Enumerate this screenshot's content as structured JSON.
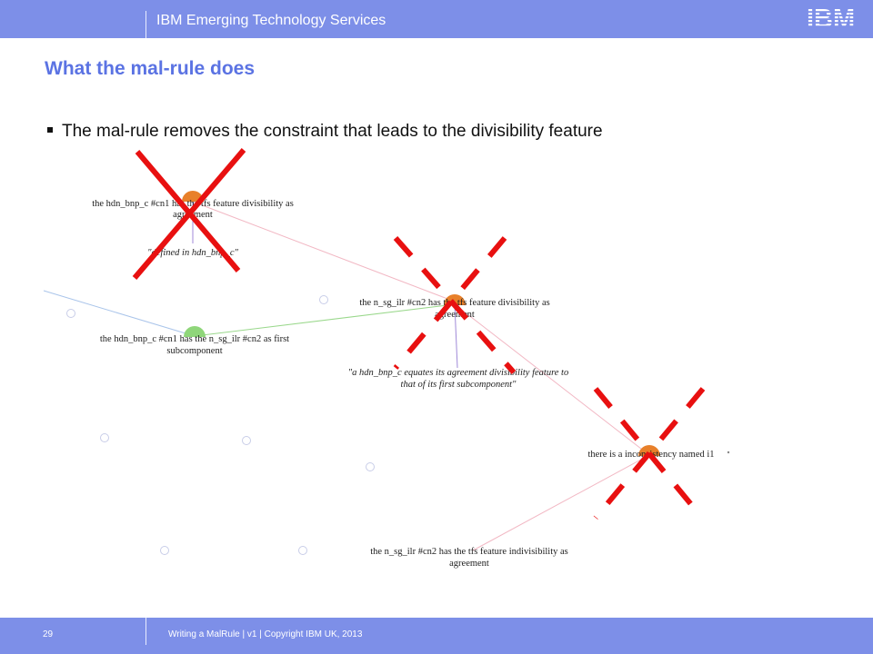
{
  "header": {
    "org": "IBM Emerging Technology Services",
    "logo": "IBM"
  },
  "slide": {
    "title": "What the mal-rule does",
    "bullet": "The mal-rule removes the constraint that leads to the divisibility feature"
  },
  "diagram": {
    "nodes": {
      "cn1_agreement": [
        "the hdn_bnp_c #cn1 has the tfs feature divisibility as",
        "agreement"
      ],
      "defined_in": "\"defined in hdn_bnp_c\"",
      "cn2_agreement": [
        "the n_sg_ilr #cn2 has the tfs feature divisibility as",
        "agreement"
      ],
      "first_subcomponent": [
        "the hdn_bnp_c #cn1 has the n_sg_ilr #cn2 as first",
        "subcomponent"
      ],
      "equates_quote": [
        "\"a hdn_bnp_c equates its agreement divisibility feature to",
        "that of its first subcomponent\""
      ],
      "inconsistency": "there is a inconsistency named i1",
      "indivisibility": [
        "the n_sg_ilr #cn2 has the tfs feature indivisibility as",
        "agreement"
      ]
    },
    "colors": {
      "orange": "#e8802a",
      "green": "#8fd67a",
      "cross_red": "#e81010",
      "link_pink": "#f2b8c4",
      "link_blue": "#a9c4ea",
      "link_green": "#9ad88c",
      "link_purple": "#a08ad8"
    }
  },
  "footer": {
    "page_number": "29",
    "info": "Writing a MalRule  |  v1  | Copyright IBM UK, 2013"
  }
}
